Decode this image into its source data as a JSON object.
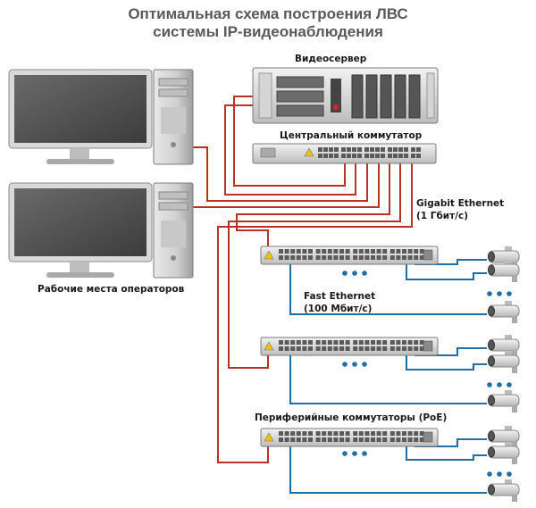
{
  "title": {
    "line1": "Оптимальная схема построения ЛВС",
    "line2": "системы IP-видеонаблюдения"
  },
  "labels": {
    "video_server": "Видеосервер",
    "central_switch": "Центральный коммутатор",
    "gigabit_line1": "Gigabit Ethernet",
    "gigabit_line2": "(1 Гбит/с)",
    "fast_line1": "Fast Ethernet",
    "fast_line2": "(100 Мбит/с)",
    "workstations": "Рабочие места операторов",
    "peripheral_switches": "Периферийные коммутаторы (PoE)"
  },
  "colors": {
    "gigabit_cable": "#b8322a",
    "fast_cable": "#1f6fa8",
    "dots": "#1f6fa8",
    "title": "#5a5a5a"
  },
  "icons": [
    "monitor-icon",
    "pc-tower-icon",
    "server-icon",
    "switch-icon",
    "ip-camera-icon"
  ]
}
